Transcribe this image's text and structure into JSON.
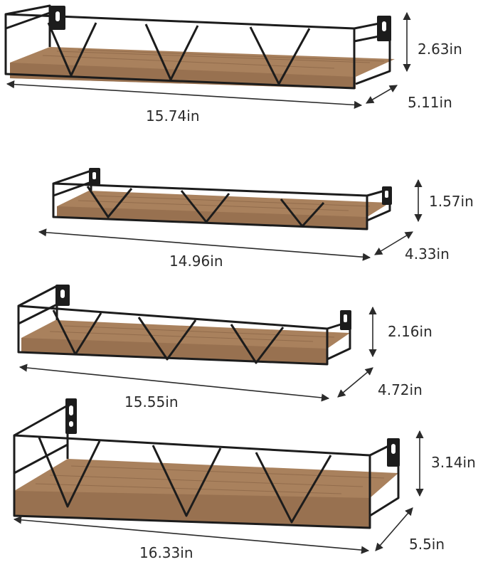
{
  "shelves": [
    {
      "length": "15.74in",
      "depth": "5.11in",
      "height": "2.63in"
    },
    {
      "length": "14.96in",
      "depth": "4.33in",
      "height": "1.57in"
    },
    {
      "length": "15.55in",
      "depth": "4.72in",
      "height": "2.16in"
    },
    {
      "length": "16.33in",
      "depth": "5.5in",
      "height": "3.14in"
    }
  ],
  "colors": {
    "wire": "#1c1c1c",
    "wood": "#a9815d",
    "wood_grain": "#8a6446",
    "wood_edge": "#7b573c",
    "dimension_line": "#2b2b2b"
  }
}
